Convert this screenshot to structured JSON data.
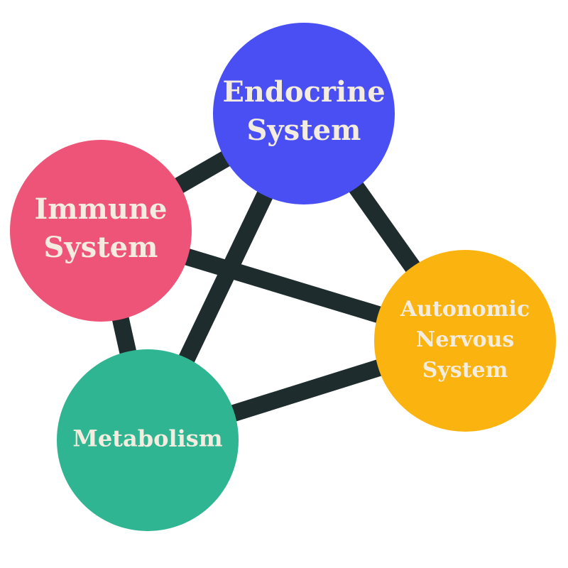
{
  "diagram": {
    "edge_color": "#1f2c2e",
    "nodes": [
      {
        "id": "endocrine",
        "label_lines": [
          "Endocrine",
          "System"
        ],
        "color": "#4a4ff4",
        "text_color": "#f3ecdf"
      },
      {
        "id": "immune",
        "label_lines": [
          "Immune",
          "System"
        ],
        "color": "#ee5478",
        "text_color": "#f3ecdf"
      },
      {
        "id": "autonomic",
        "label_lines": [
          "Autonomic",
          "Nervous",
          "System"
        ],
        "color": "#fbb40f",
        "text_color": "#f3ecdf"
      },
      {
        "id": "metabolism",
        "label_lines": [
          "Metabolism"
        ],
        "color": "#2fb592",
        "text_color": "#f3ecdf"
      }
    ],
    "edges": [
      [
        "immune",
        "endocrine"
      ],
      [
        "endocrine",
        "autonomic"
      ],
      [
        "endocrine",
        "metabolism"
      ],
      [
        "immune",
        "autonomic"
      ],
      [
        "immune",
        "metabolism"
      ],
      [
        "metabolism",
        "autonomic"
      ]
    ]
  }
}
